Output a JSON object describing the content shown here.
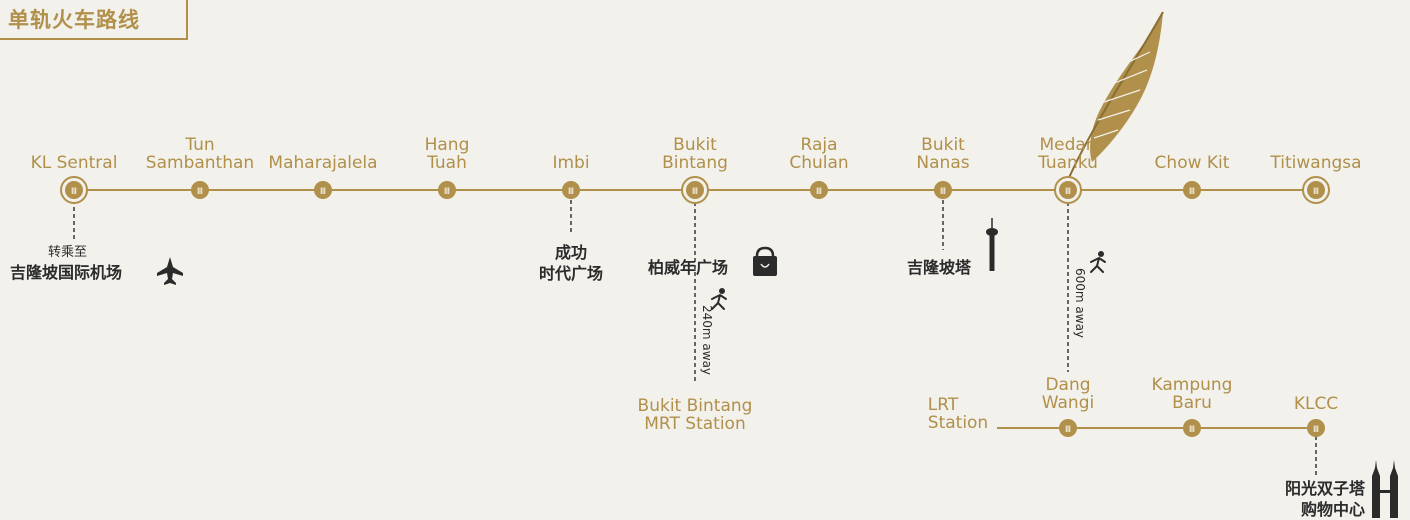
{
  "title": "单轨火车路线",
  "colors": {
    "gold": "#b0904a",
    "dark": "#2b2b2b",
    "background": "#f3f1ec"
  },
  "main_line": {
    "stations": [
      {
        "name": "KL Sentral",
        "lines": [
          "KL Sentral"
        ]
      },
      {
        "name": "Tun Sambanthan",
        "lines": [
          "Tun",
          "Sambanthan"
        ]
      },
      {
        "name": "Maharajalela",
        "lines": [
          "Maharajalela"
        ]
      },
      {
        "name": "Hang Tuah",
        "lines": [
          "Hang",
          "Tuah"
        ]
      },
      {
        "name": "Imbi",
        "lines": [
          "Imbi"
        ]
      },
      {
        "name": "Bukit Bintang",
        "lines": [
          "Bukit",
          "Bintang"
        ]
      },
      {
        "name": "Raja Chulan",
        "lines": [
          "Raja",
          "Chulan"
        ]
      },
      {
        "name": "Bukit Nanas",
        "lines": [
          "Bukit",
          "Nanas"
        ]
      },
      {
        "name": "Medan Tuanku",
        "lines": [
          "Medan",
          "Tuanku"
        ]
      },
      {
        "name": "Chow Kit",
        "lines": [
          "Chow Kit"
        ]
      },
      {
        "name": "Titiwangsa",
        "lines": [
          "Titiwangsa"
        ]
      }
    ]
  },
  "lrt_line": {
    "label_lines": [
      "LRT",
      "Station"
    ],
    "stations": [
      {
        "name": "Dang Wangi",
        "lines": [
          "Dang",
          "Wangi"
        ]
      },
      {
        "name": "Kampung Baru",
        "lines": [
          "Kampung",
          "Baru"
        ]
      },
      {
        "name": "KLCC",
        "lines": [
          "KLCC"
        ]
      }
    ]
  },
  "connections": {
    "airport": {
      "prefix": "转乘至",
      "name": "吉隆坡国际机场",
      "icon": "airplane-icon"
    },
    "times_square": {
      "line1": "成功",
      "line2": "时代广场"
    },
    "pavilion": {
      "name": "柏威年广场",
      "icon": "shopping-bag-icon"
    },
    "kl_tower": {
      "name": "吉隆坡塔",
      "icon": "tower-icon"
    },
    "bukit_bintang_mrt": {
      "distance": "240m away",
      "lines": [
        "Bukit Bintang",
        "MRT Station"
      ],
      "icon": "walking-icon"
    },
    "medan_tuanku_walk": {
      "distance": "600m away",
      "icon": "walking-icon"
    },
    "klcc_mall": {
      "line1": "阳光双子塔",
      "line2": "购物中心",
      "icon": "twin-towers-icon"
    }
  },
  "decoration": {
    "icon": "feather-icon"
  }
}
